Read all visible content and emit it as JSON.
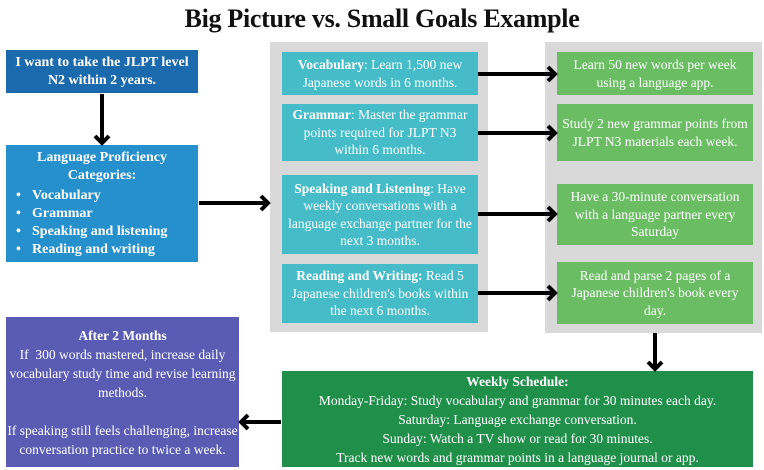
{
  "title": "Big Picture vs. Small Goals Example",
  "goal": {
    "text": "I want to take the JLPT level N2 within 2 years."
  },
  "categories": {
    "heading": "Language Proficiency Categories:",
    "items": [
      "Vocabulary",
      "Grammar",
      "Speaking and listening",
      "Reading and writing"
    ]
  },
  "objectives": [
    {
      "label": "Vocabulary",
      "sep": ": ",
      "text": "Learn 1,500 new Japanese words in 6 months."
    },
    {
      "label": "Grammar",
      "sep": ": ",
      "text": "Master the grammar points required for JLPT N3 within 6 months."
    },
    {
      "label": "Speaking and Listening",
      "sep": ": ",
      "text": "Have weekly conversations with a language exchange partner for the next 3 months."
    },
    {
      "label": "Reading and Writing:",
      "sep": " ",
      "text": "Read 5 Japanese children's books within the next 6 months."
    }
  ],
  "actions": [
    "Learn 50 new words per week using a language app.",
    "Study 2 new grammar points from JLPT N3 materials each week.",
    "Have a 30-minute conversation with a language partner every Saturday",
    "Read and parse 2 pages of a Japanese children's book every day."
  ],
  "weekly_schedule": {
    "heading": "Weekly Schedule:",
    "lines": [
      "Monday-Friday: Study vocabulary and grammar for 30 minutes each day.",
      "Saturday: Language exchange conversation.",
      "Sunday: Watch a TV show or read for 30 minutes.",
      "Track new words and grammar points in a language journal or app."
    ]
  },
  "review": {
    "heading": "After 2 Months",
    "paragraphs": [
      "If  300 words mastered, increase daily vocabulary study time and revise learning methods.",
      "If speaking still feels challenging, increase conversation practice to twice a week."
    ]
  },
  "colors": {
    "goal": "#1a6aad",
    "categories": "#2590cc",
    "objectives": "#45bcc8",
    "actions": "#6abd63",
    "weekly": "#1f8f4a",
    "review": "#5a5cb4",
    "panel": "#d9d9d9",
    "arrow": "#000000"
  }
}
